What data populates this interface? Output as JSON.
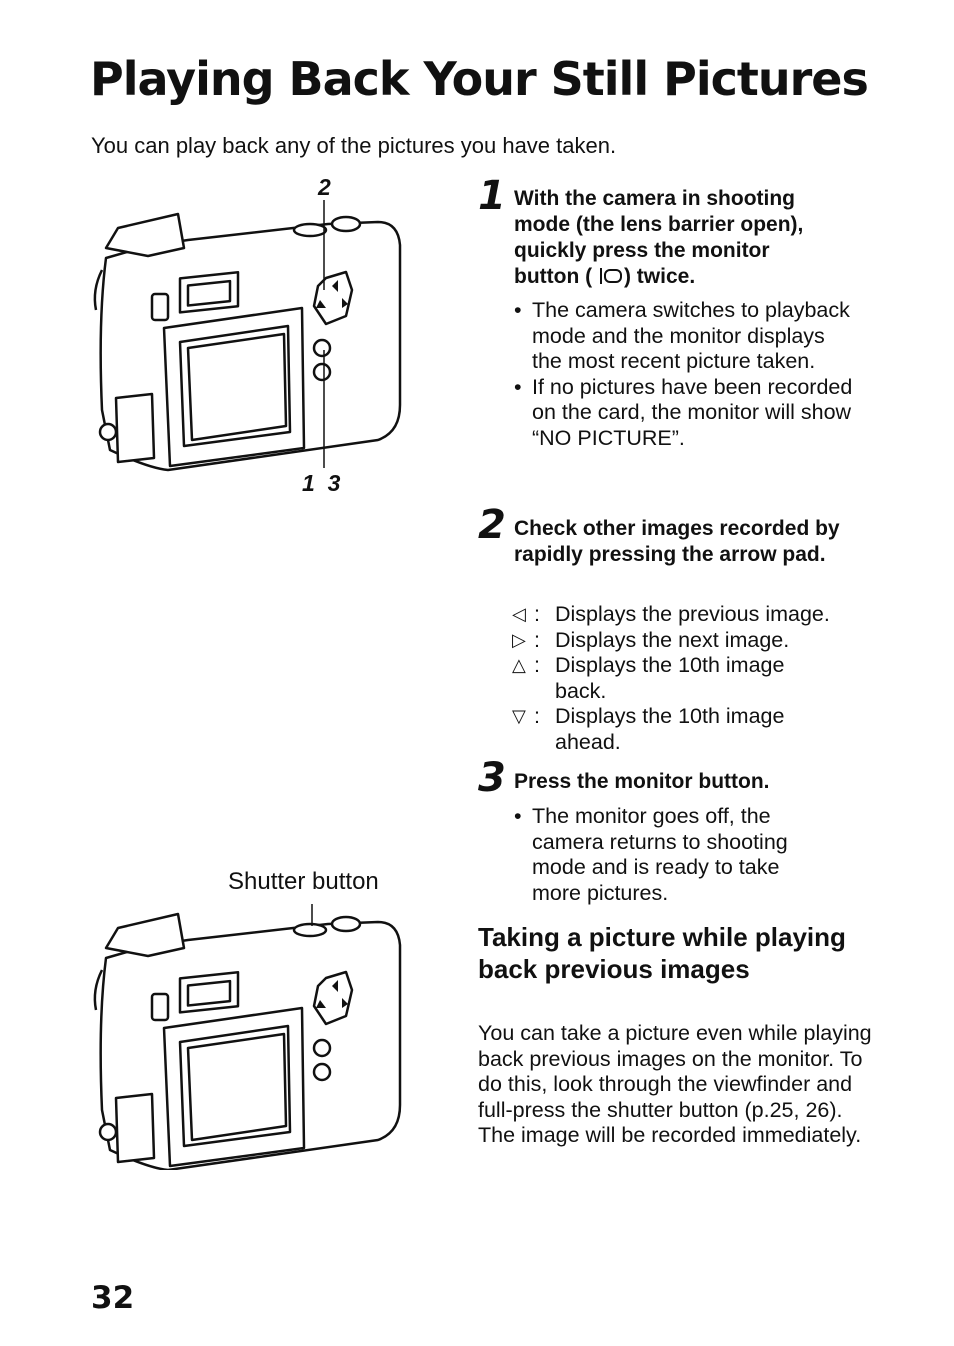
{
  "title": "Playing Back Your Still Pictures",
  "intro": "You can play back any of the pictures you have taken.",
  "steps": [
    {
      "number": "1",
      "heading_lines": [
        "With the camera in shooting",
        "mode (the lens barrier open),",
        "quickly press the monitor",
        "button ("
      ],
      "heading_tail": ") twice.",
      "heading_icon": "monitor-button-icon",
      "bullets": [
        "The camera switches to playback mode and the monitor displays the most recent picture taken.",
        "If no pictures have been recorded on the card, the monitor will show “NO PICTURE”."
      ]
    },
    {
      "number": "2",
      "heading": "Check other images recorded by rapidly pressing the arrow pad.",
      "arrows": [
        {
          "symbol": "◁",
          "icon": "left-arrow-icon",
          "desc": "Displays the previous image."
        },
        {
          "symbol": "▷",
          "icon": "right-arrow-icon",
          "desc": "Displays the next image."
        },
        {
          "symbol": "△",
          "icon": "up-arrow-icon",
          "desc": "Displays the 10th image back."
        },
        {
          "symbol": "▽",
          "icon": "down-arrow-icon",
          "desc": "Displays the 10th image ahead."
        }
      ]
    },
    {
      "number": "3",
      "heading": "Press the monitor button.",
      "bullets": [
        "The monitor goes off, the camera returns to shooting mode and is ready to take more pictures."
      ]
    }
  ],
  "figure1": {
    "callout_top": "2",
    "callout_bottom": "1  3"
  },
  "figure2": {
    "label": "Shutter button"
  },
  "subsection": {
    "heading": "Taking a picture while playing back previous images",
    "body": "You can take a picture even while playing back previous images on the monitor. To do this, look through the viewfinder and full-press the shutter button (p.25, 26). The image will be recorded immediately."
  },
  "page_number": "32",
  "colon": ":"
}
